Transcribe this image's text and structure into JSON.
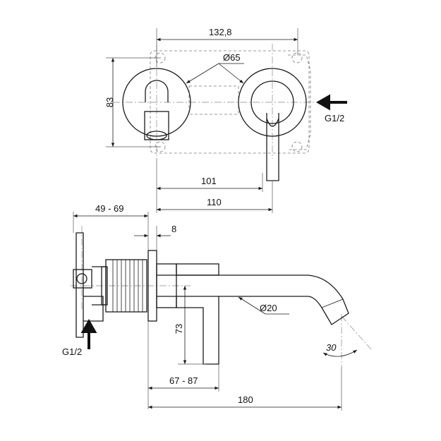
{
  "dimensions": {
    "spacing_total": "132,8",
    "diameter_plate": "Ø65",
    "height_plate": "83",
    "spout_axis": "101",
    "lever_reach": "110",
    "wall_depth": "49 - 69",
    "plate_thickness": "8",
    "spout_diameter": "Ø20",
    "lever_height": "73",
    "lever_offset": "67 - 87",
    "spout_length": "180",
    "spout_angle": "30"
  },
  "connections": {
    "top_inlet": "G1/2",
    "bottom_inlet": "G1/2"
  }
}
